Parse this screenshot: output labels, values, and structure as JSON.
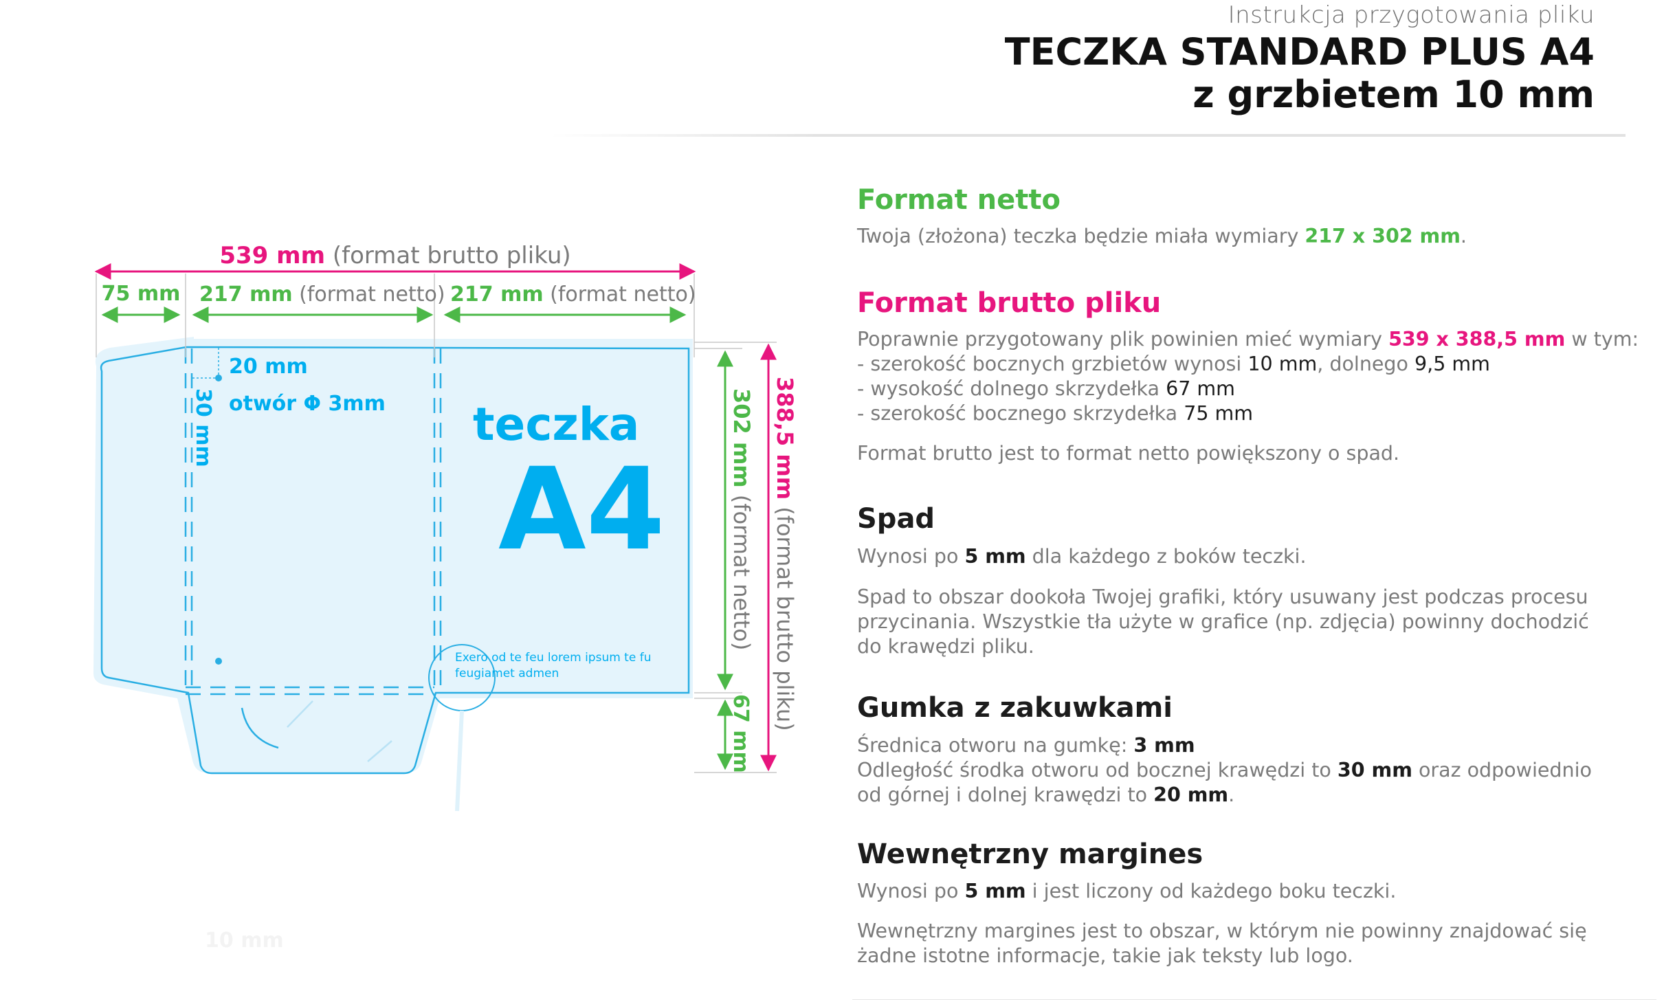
{
  "header": {
    "subtitle": "Instrukcja przygotowania pliku",
    "title_line1": "TECZKA STANDARD PLUS A4",
    "title_line2": "z grzbietem 10 mm"
  },
  "colors": {
    "green": "#4cb848",
    "pink": "#e7157e",
    "cyan": "#00aeef",
    "panel_fill": "#e4f4fc",
    "text_gray": "#7a7a7a",
    "heading_dark": "#111111"
  },
  "diagram": {
    "top_dim_value": "539 mm",
    "top_dim_note": "(format brutto pliku)",
    "wing_width": "75 mm",
    "panel1_width_value": "217 mm",
    "panel1_width_note": "(format netto)",
    "panel2_width_value": "217 mm",
    "panel2_width_note": "(format netto)",
    "hole_top_offset": "20 mm",
    "hole_side_offset": "30 mm",
    "hole_label": "otwór Φ 3mm",
    "big_label_small": "teczka",
    "big_label_large": "A4",
    "sample_text_line1": "Exero od te feu lorem ipsum te fu",
    "sample_text_line2": "feugiamet admen",
    "height_netto_value": "302 mm",
    "height_netto_note": "(format netto)",
    "height_brutto_value": "388,5 mm",
    "height_brutto_note": "(format brutto pliku)",
    "bottom_wing_height": "67 mm",
    "faded_label": "10 mm"
  },
  "sections": {
    "format_netto": {
      "title": "Format netto",
      "text_before": "Twoja (złożona) teczka będzie miała wymiary ",
      "highlight": "217 x 302 mm",
      "text_after": "."
    },
    "format_brutto": {
      "title": "Format brutto pliku",
      "text_before": "Poprawnie przygotowany plik powinien mieć wymiary ",
      "highlight": "539 x 388,5 mm",
      "text_after": " w tym:",
      "line2_before": "- szerokość bocznych grzbietów wynosi ",
      "line2_v1": "10 mm",
      "line2_mid": ", dolnego ",
      "line2_v2": "9,5 mm",
      "line3_before": "- wysokość dolnego skrzydełka ",
      "line3_v": "67 mm",
      "line4_before": "- szerokość bocznego skrzydełka ",
      "line4_v": "75 mm",
      "note": "Format brutto jest to format netto powiększony o spad."
    },
    "spad": {
      "title": "Spad",
      "text_before": "Wynosi po ",
      "value": "5 mm",
      "text_after": " dla każdego z boków teczki.",
      "desc_line1": "Spad to obszar dookoła Twojej grafiki, który usuwany jest podczas procesu",
      "desc_line2": "przycinania. Wszystkie tła użyte w grafice (np. zdjęcia) powinny dochodzić",
      "desc_line3": "do krawędzi pliku."
    },
    "gumka": {
      "title": "Gumka z zakuwkami",
      "line1_before": "Średnica otworu na gumkę: ",
      "line1_v": "3 mm",
      "line2_before": "Odległość środka otworu od bocznej krawędzi to ",
      "line2_v": "30 mm",
      "line2_after": " oraz odpowiednio",
      "line3_before": "od górnej i dolnej krawędzi to ",
      "line3_v": "20 mm",
      "line3_after": "."
    },
    "margines": {
      "title": "Wewnętrzny margines",
      "text_before": "Wynosi po ",
      "value": "5 mm",
      "text_after": " i jest liczony od każdego boku teczki.",
      "desc_line1": "Wewnętrzny margines jest to obszar, w którym nie powinny znajdować się",
      "desc_line2": "żadne istotne informacje, takie jak teksty lub logo."
    }
  }
}
